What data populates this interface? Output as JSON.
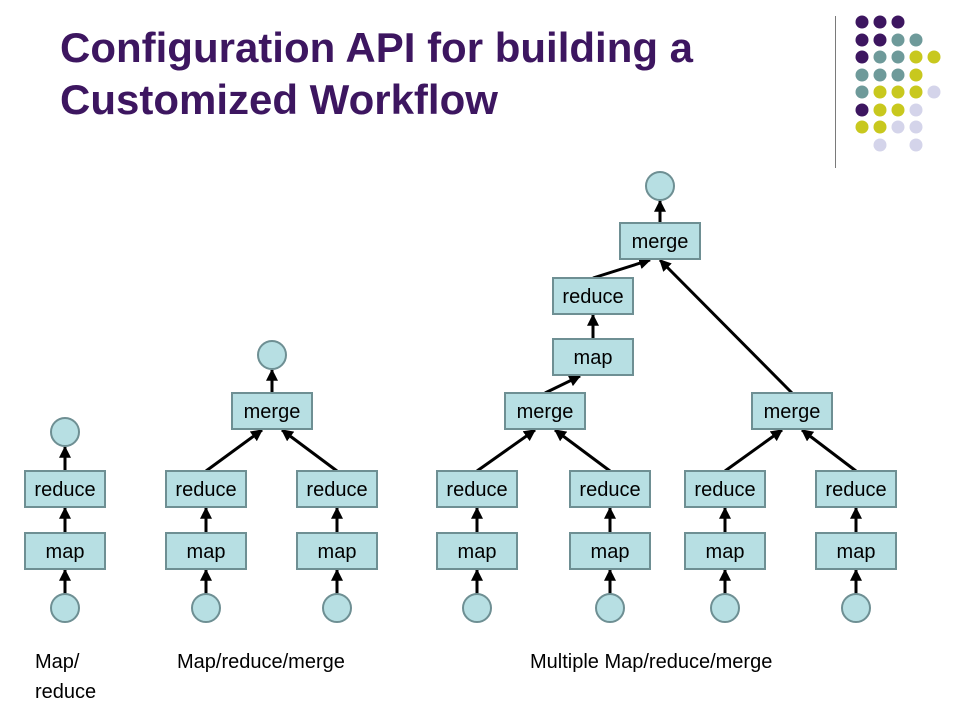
{
  "title": "Configuration API for building\na Customized Workflow",
  "labels": {
    "map": "map",
    "reduce": "reduce",
    "merge": "merge"
  },
  "captions": {
    "single": "Map/\nreduce",
    "pair": "Map/reduce/merge",
    "multiple": "Multiple Map/reduce/merge"
  },
  "colors": {
    "title": "#3d1660",
    "node_fill": "#b7dfe3",
    "dot_purple": "#3d1660",
    "dot_teal": "#6e9a9a",
    "dot_olive": "#c8c81e",
    "dot_lavender": "#d4d4ea"
  }
}
